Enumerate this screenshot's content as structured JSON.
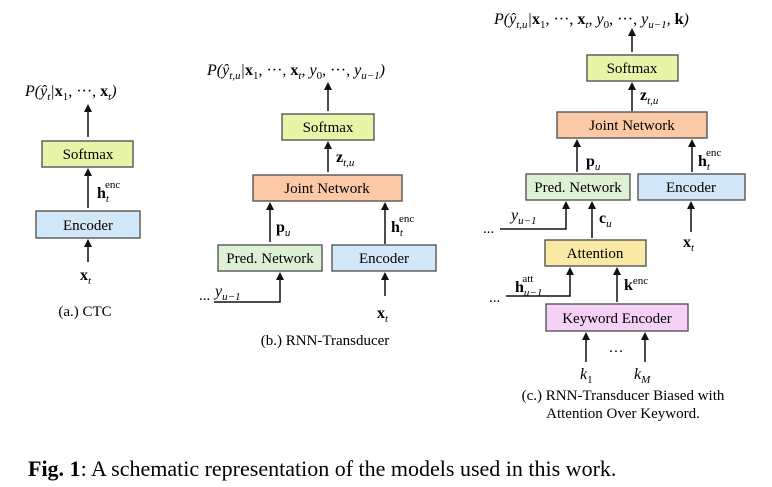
{
  "colors": {
    "softmax": "#e8f5a8",
    "joint": "#fbc9a6",
    "encoder": "#d2e8f8",
    "pred": "#ddf2d5",
    "attention": "#fbeaa5",
    "keyword": "#f5d1f5"
  },
  "diagram_a": {
    "output": "P(ŷ_t|x_1, ···, x_t)",
    "softmax": "Softmax",
    "encoder": "Encoder",
    "input": "x_t",
    "hidden": "h_t^enc",
    "caption": "(a.) CTC"
  },
  "diagram_b": {
    "output": "P(ŷ_{t,u}|x_1, ···, x_t, y_0, ···, y_{u−1})",
    "softmax": "Softmax",
    "joint": "Joint Network",
    "pred": "Pred. Network",
    "encoder": "Encoder",
    "z": "z_{t,u}",
    "p": "p_u",
    "h": "h_t^enc",
    "y": "y_{u−1}",
    "x": "x_t",
    "caption": "(b.) RNN-Transducer"
  },
  "diagram_c": {
    "output": "P(ŷ_{t,u}|x_1, ···, x_t, y_0, ···, y_{u−1}, k)",
    "softmax": "Softmax",
    "joint": "Joint Network",
    "pred": "Pred. Network",
    "encoder": "Encoder",
    "attention": "Attention",
    "keyword_encoder": "Keyword Encoder",
    "z": "z_{t,u}",
    "p": "p_u",
    "h": "h_t^enc",
    "c": "c_u",
    "y": "y_{u−1}",
    "x": "x_t",
    "h_att": "h_{u−1}^att",
    "k_enc": "k^enc",
    "k1": "k_1",
    "kdots": "···",
    "kM": "k_M",
    "caption_line1": "(c.) RNN-Transducer Biased with",
    "caption_line2": "Attention Over Keyword."
  },
  "figure_caption": {
    "label": "Fig. 1",
    "text": ": A schematic representation of the models used in this work."
  }
}
